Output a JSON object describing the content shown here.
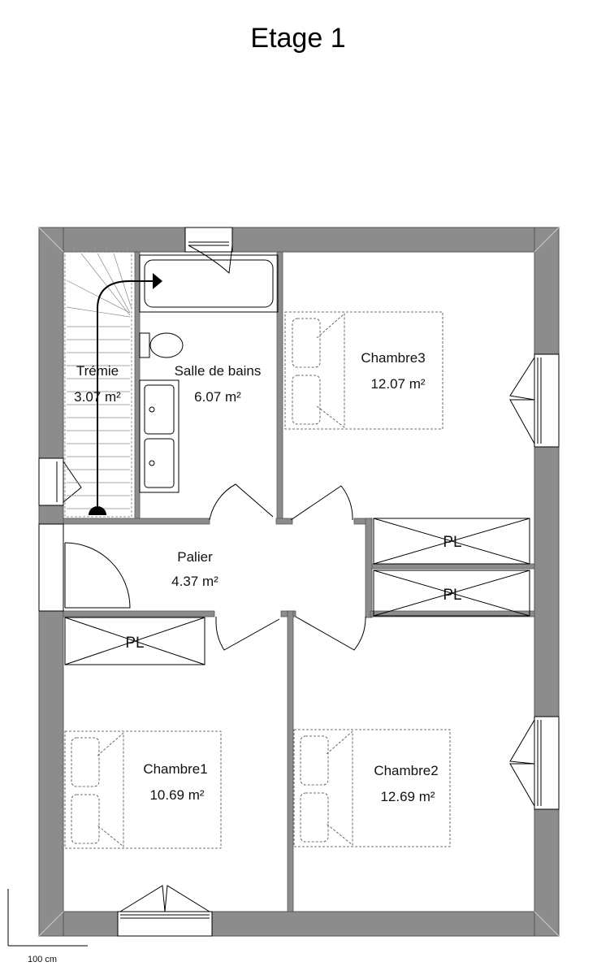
{
  "title": "Etage 1",
  "rooms": [
    {
      "name": "Trémie",
      "area": "3.07 m²"
    },
    {
      "name": "Salle de bains",
      "area": "6.07 m²"
    },
    {
      "name": "Chambre3",
      "area": "12.07 m²"
    },
    {
      "name": "Palier",
      "area": "4.37 m²"
    },
    {
      "name": "Chambre1",
      "area": "10.69 m²"
    },
    {
      "name": "Chambre2",
      "area": "12.69 m²"
    }
  ],
  "closets": [
    "PL",
    "PL",
    "PL"
  ],
  "scale_label": "100 cm",
  "colors": {
    "wall": "#8c8c8c",
    "line": "#000000",
    "furniture": "#444444"
  }
}
